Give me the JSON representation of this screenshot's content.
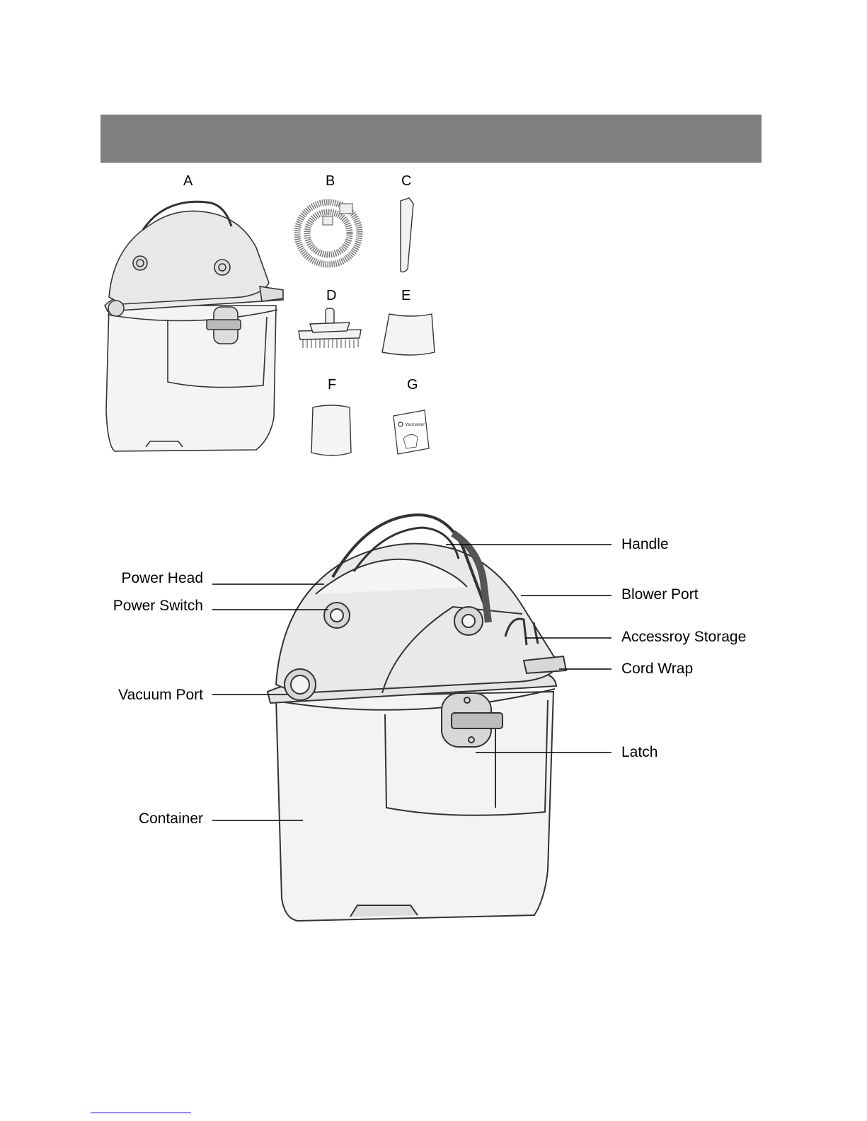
{
  "contents": {
    "items": [
      {
        "letter": "A",
        "part": "wet-dry-vacuum-unit"
      },
      {
        "letter": "B",
        "part": "hose"
      },
      {
        "letter": "C",
        "part": "crevice-tool"
      },
      {
        "letter": "D",
        "part": "floor-brush"
      },
      {
        "letter": "E",
        "part": "cloth-filter-bag"
      },
      {
        "letter": "F",
        "part": "foam-filter"
      },
      {
        "letter": "G",
        "part": "owners-manual"
      }
    ],
    "manual_logo_text": "Vacmaster"
  },
  "diagram": {
    "labels": {
      "handle": "Handle",
      "power_head": "Power Head",
      "blower_port": "Blower Port",
      "power_switch": "Power Switch",
      "accessory_storage": "Accessroy Storage",
      "cord_wrap": "Cord Wrap",
      "vacuum_port": "Vacuum Port",
      "latch": "Latch",
      "container": "Container"
    }
  }
}
